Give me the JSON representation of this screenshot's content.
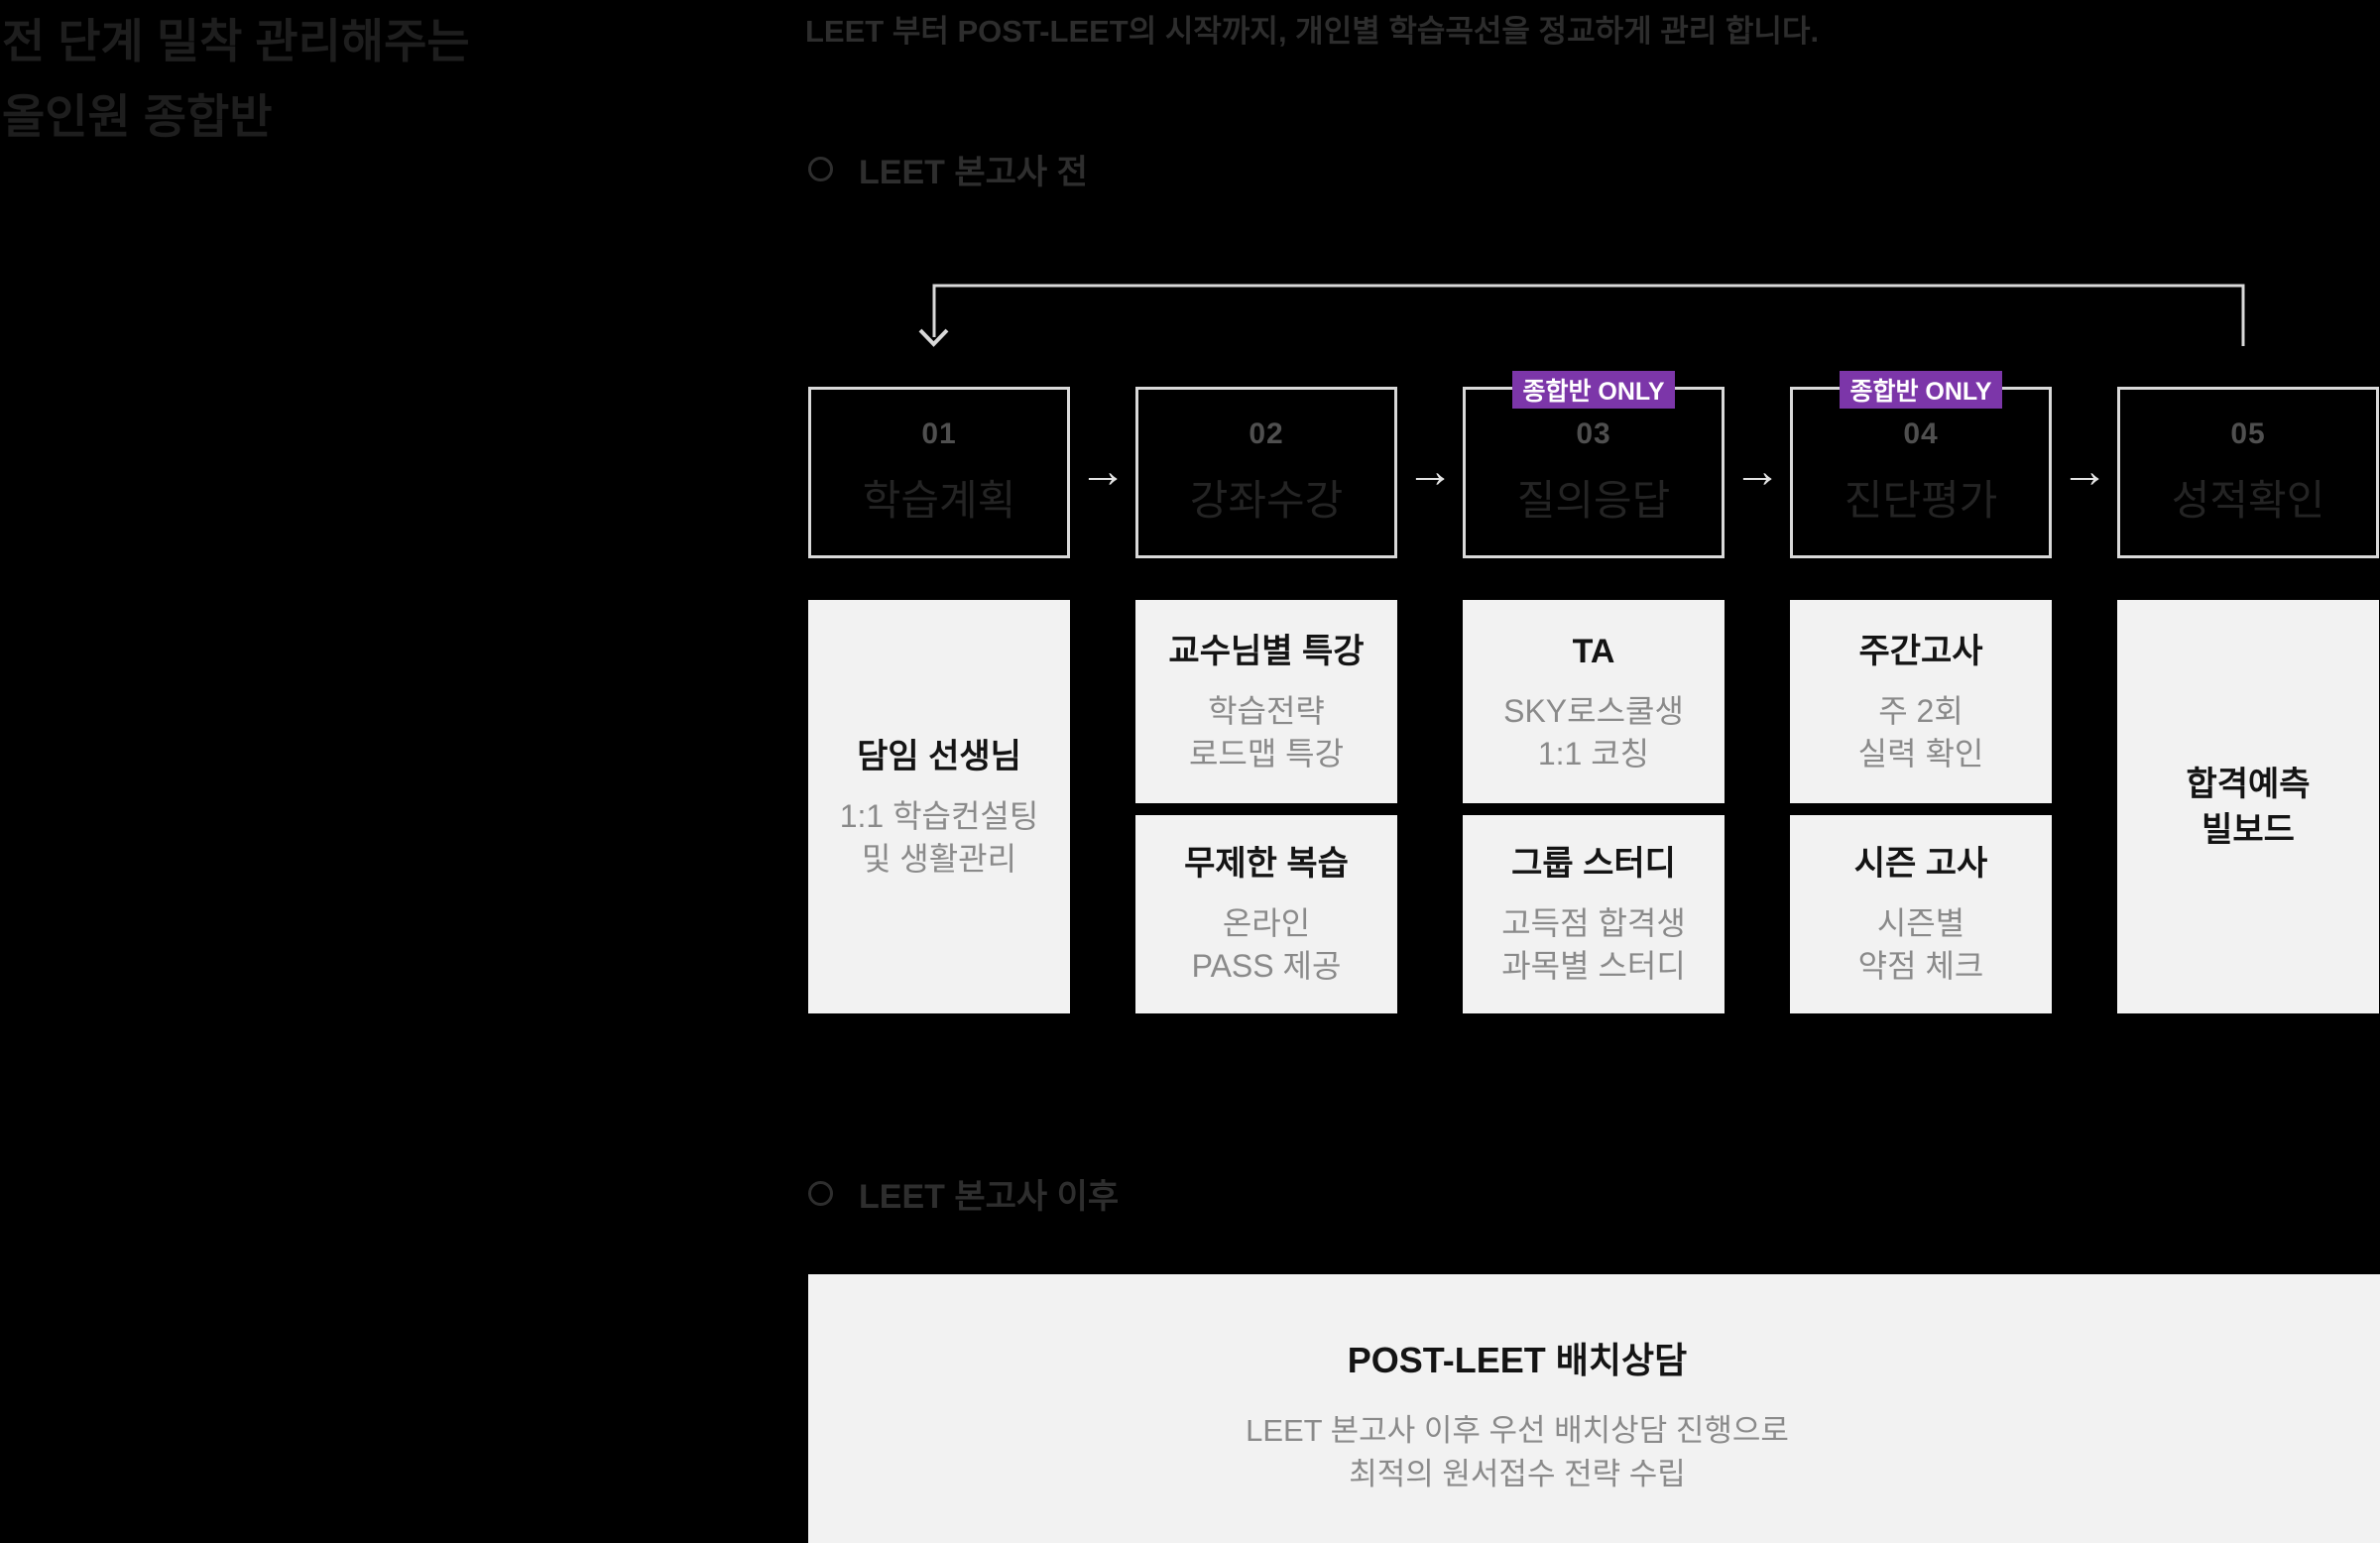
{
  "header": {
    "title_line1": "전 단계 밀착 관리해주는",
    "title_line2": "올인원 종합반",
    "subtitle": "LEET 부터 POST-LEET의 시작까지, 개인별 학습곡선을 정교하게 관리 합니다."
  },
  "sections": {
    "before": {
      "label": "LEET 본고사 전"
    },
    "after": {
      "label": "LEET 본고사 이후"
    }
  },
  "flow": {
    "badge_label": "종합반 ONLY",
    "badge_color": "#7c36a9",
    "arrow_glyph": "→",
    "box_border_color": "#d9d9d9",
    "steps": [
      {
        "number": "01",
        "label": "학습계획",
        "badge": false
      },
      {
        "number": "02",
        "label": "강좌수강",
        "badge": false
      },
      {
        "number": "03",
        "label": "질의응답",
        "badge": true
      },
      {
        "number": "04",
        "label": "진단평가",
        "badge": true
      },
      {
        "number": "05",
        "label": "성적확인",
        "badge": false
      }
    ]
  },
  "cards": {
    "card_background": "#f2f2f2",
    "col1": {
      "title": "담임 선생님",
      "body_line1": "1:1 학습컨설팅",
      "body_line2": "및 생활관리"
    },
    "col2_top": {
      "title": "교수님별 특강",
      "body_line1": "학습전략",
      "body_line2": "로드맵 특강"
    },
    "col2_bottom": {
      "title": "무제한 복습",
      "body_line1": "온라인",
      "body_line2": "PASS 제공"
    },
    "col3_top": {
      "title": "TA",
      "body_line1": "SKY로스쿨생",
      "body_line2": "1:1 코칭"
    },
    "col3_bottom": {
      "title": "그룹 스터디",
      "body_line1": "고득점 합격생",
      "body_line2": "과목별 스터디"
    },
    "col4_top": {
      "title": "주간고사",
      "body_line1": "주 2회",
      "body_line2": "실력 확인"
    },
    "col4_bottom": {
      "title": "시즌 고사",
      "body_line1": "시즌별",
      "body_line2": "약점 체크"
    },
    "col5": {
      "title_line1": "합격예측",
      "title_line2": "빌보드"
    }
  },
  "post_leet": {
    "title": "POST-LEET 배치상담",
    "body_line1": "LEET 본고사 이후 우선 배치상담 진행으로",
    "body_line2": "최적의 원서접수 전략 수립"
  },
  "colors": {
    "page_background": "#000000",
    "badge_purple": "#7c36a9",
    "card_gray": "#f2f2f2",
    "line_gray": "#d9d9d9"
  }
}
